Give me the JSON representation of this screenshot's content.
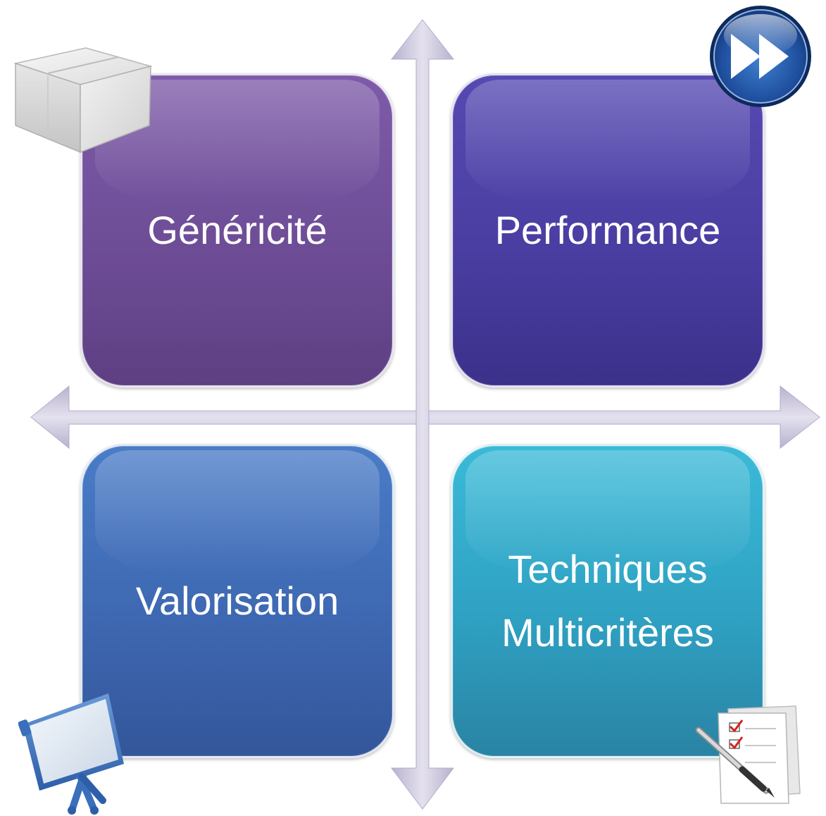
{
  "quadrants": {
    "top_left": {
      "label": "Généricité"
    },
    "top_right": {
      "label": "Performance"
    },
    "bottom_left": {
      "label": "Valorisation"
    },
    "bottom_right": {
      "line1": "Techniques",
      "line2": "Multicritères"
    }
  },
  "icons": {
    "top_left": "cardboard-box-icon",
    "top_right": "fast-forward-icon",
    "bottom_left": "presentation-board-icon",
    "bottom_right": "checklist-icon"
  },
  "colors": {
    "top_left": "#6e4d97",
    "top_right": "#4a3ea2",
    "bottom_left": "#3e68b2",
    "bottom_right": "#2fa1c2",
    "axis": "#c9c4dc"
  }
}
